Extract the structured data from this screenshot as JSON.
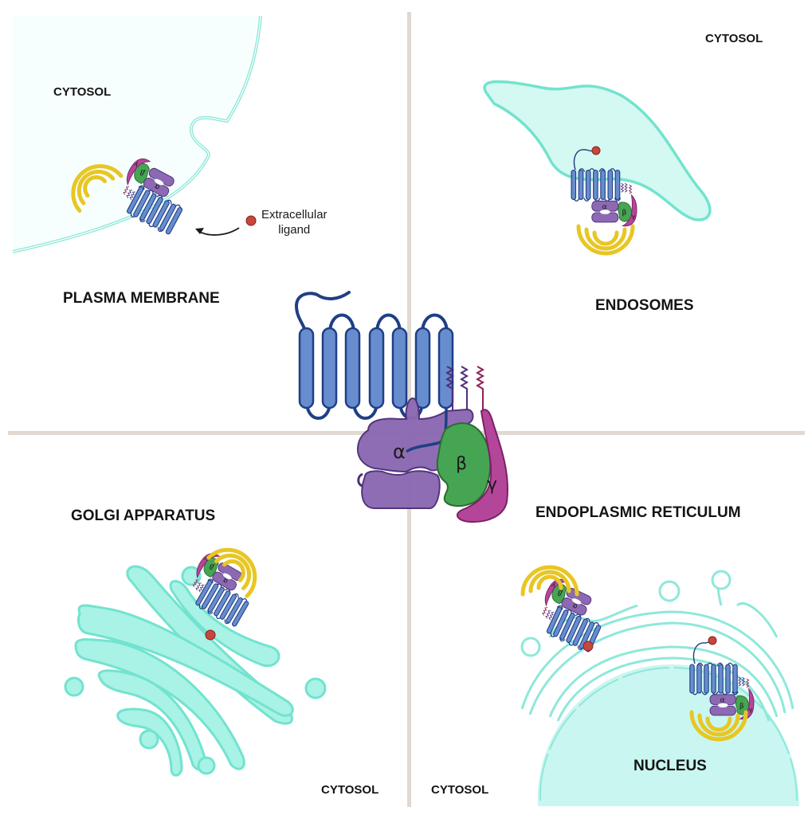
{
  "colors": {
    "divider": "#e2d8d2",
    "membrane_stroke": "#72e3cf",
    "membrane_fill": "#d4f8f2",
    "organelle_fill": "#a8f2e6",
    "nucleus_fill": "#c9f6f0",
    "helix_fill": "#678dcf",
    "helix_stroke": "#1f3f85",
    "alpha_fill": "#8c69b2",
    "alpha_stroke": "#4e2f79",
    "beta_fill": "#46a552",
    "beta_stroke": "#2d6b33",
    "gamma_fill": "#b4469a",
    "gamma_stroke": "#7a2166",
    "lipid_purple": "#4f2e7d",
    "lipid_magenta": "#8e2257",
    "signal_yellow": "#e8c624",
    "ligand_red": "#c5483f",
    "ligand_stroke": "#8a1f1a"
  },
  "labels": {
    "cytosol_top_left": "CYTOSOL",
    "cytosol_top_right": "CYTOSOL",
    "cytosol_bottom_left": "CYTOSOL",
    "cytosol_bottom_right": "CYTOSOL",
    "plasma_membrane": "PLASMA MEMBRANE",
    "endosomes": "ENDOSOMES",
    "golgi": "GOLGI APPARATUS",
    "er": "ENDOPLASMIC RETICULUM",
    "nucleus": "NUCLEUS",
    "ligand_line1": "Extracellular",
    "ligand_line2": "ligand"
  },
  "subunits": {
    "alpha": "α",
    "beta": "β",
    "gamma": "γ"
  },
  "panels": [
    {
      "name": "plasma-membrane",
      "quadrant": "top-left"
    },
    {
      "name": "endosomes",
      "quadrant": "top-right"
    },
    {
      "name": "golgi-apparatus",
      "quadrant": "bottom-left"
    },
    {
      "name": "endoplasmic-reticulum",
      "quadrant": "bottom-right"
    }
  ]
}
